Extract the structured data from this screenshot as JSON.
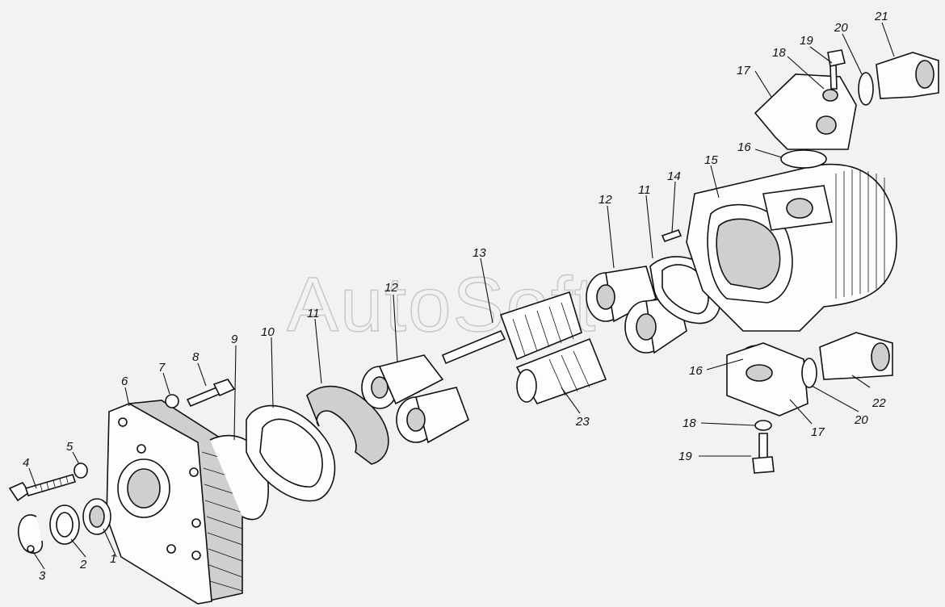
{
  "watermark": "AutoSoft",
  "callouts": [
    {
      "id": "c1",
      "text": "1"
    },
    {
      "id": "c2",
      "text": "2"
    },
    {
      "id": "c3",
      "text": "3"
    },
    {
      "id": "c4",
      "text": "4"
    },
    {
      "id": "c5",
      "text": "5"
    },
    {
      "id": "c6",
      "text": "6"
    },
    {
      "id": "c7",
      "text": "7"
    },
    {
      "id": "c8",
      "text": "8"
    },
    {
      "id": "c9",
      "text": "9"
    },
    {
      "id": "c10",
      "text": "10"
    },
    {
      "id": "c11a",
      "text": "11"
    },
    {
      "id": "c12a",
      "text": "12"
    },
    {
      "id": "c13",
      "text": "13"
    },
    {
      "id": "c12b",
      "text": "12"
    },
    {
      "id": "c11b",
      "text": "11"
    },
    {
      "id": "c14",
      "text": "14"
    },
    {
      "id": "c15",
      "text": "15"
    },
    {
      "id": "c16a",
      "text": "16"
    },
    {
      "id": "c17a",
      "text": "17"
    },
    {
      "id": "c18a",
      "text": "18"
    },
    {
      "id": "c19a",
      "text": "19"
    },
    {
      "id": "c20a",
      "text": "20"
    },
    {
      "id": "c21",
      "text": "21"
    },
    {
      "id": "c16b",
      "text": "16"
    },
    {
      "id": "c20b",
      "text": "20"
    },
    {
      "id": "c22",
      "text": "22"
    },
    {
      "id": "c17b",
      "text": "17"
    },
    {
      "id": "c18b",
      "text": "18"
    },
    {
      "id": "c19b",
      "text": "19"
    },
    {
      "id": "c23",
      "text": "23"
    }
  ]
}
